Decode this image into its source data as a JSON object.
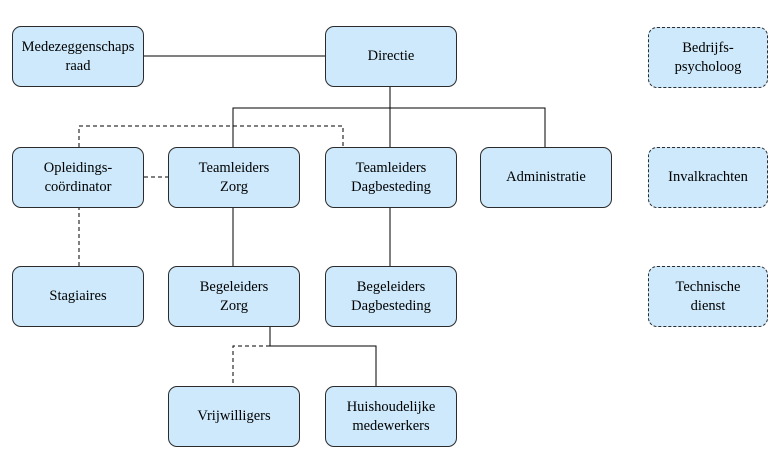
{
  "colors": {
    "box_fill": "#cde9fb",
    "line": "#000000"
  },
  "nodes": {
    "medezeggenschapsraad": "Medezeggenschaps\nraad",
    "directie": "Directie",
    "bedrijfspsycholoog": "Bedrijfs-\npsycholoog",
    "opleidingscoordinator": "Opleidings-\ncoördinator",
    "teamleiders_zorg": "Teamleiders\nZorg",
    "teamleiders_dagbesteding": "Teamleiders\nDagbesteding",
    "administratie": "Administratie",
    "invalkrachten": "Invalkrachten",
    "stagiaires": "Stagiaires",
    "begeleiders_zorg": "Begeleiders\nZorg",
    "begeleiders_dagbesteding": "Begeleiders\nDagbesteding",
    "technische_dienst": "Technische\ndienst",
    "vrijwilligers": "Vrijwilligers",
    "huishoudelijke_medewerkers": "Huishoudelijke\nmedewerkers"
  }
}
